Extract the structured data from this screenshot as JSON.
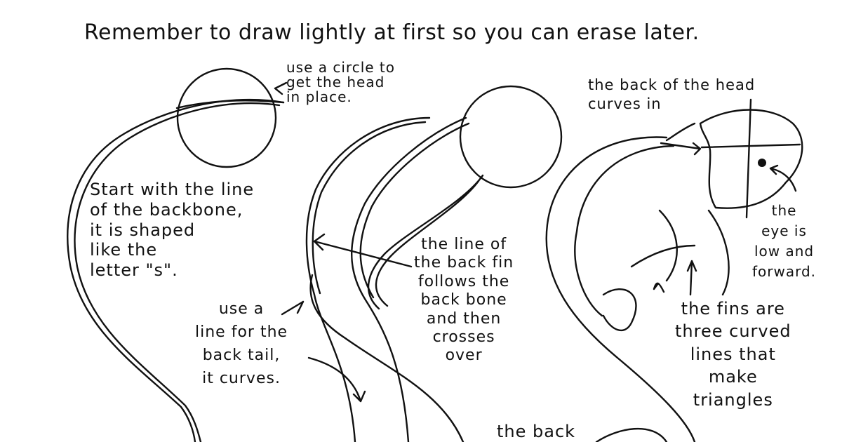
{
  "title": "Remember to draw lightly at first so you can erase later.",
  "notes": {
    "circle": "use a circle to\nget the head\nin place.",
    "start": "Start with the line\nof the backbone,\nit is shaped\nlike the\nletter \"s\".",
    "tail": "use a\nline for the\nback tail,\nit curves.",
    "backfin": "the line of\nthe back fin\nfollows the\nback bone\nand then\ncrosses\nover",
    "headback": "the back of the head\ncurves in",
    "eye": "the\neye is\nlow and\nforward.",
    "fins": "the fins are\nthree curved\nlines that\nmake\ntriangles",
    "bottom": "the back"
  },
  "colors": {
    "ink": "#111111",
    "paper": "#ffffff"
  }
}
